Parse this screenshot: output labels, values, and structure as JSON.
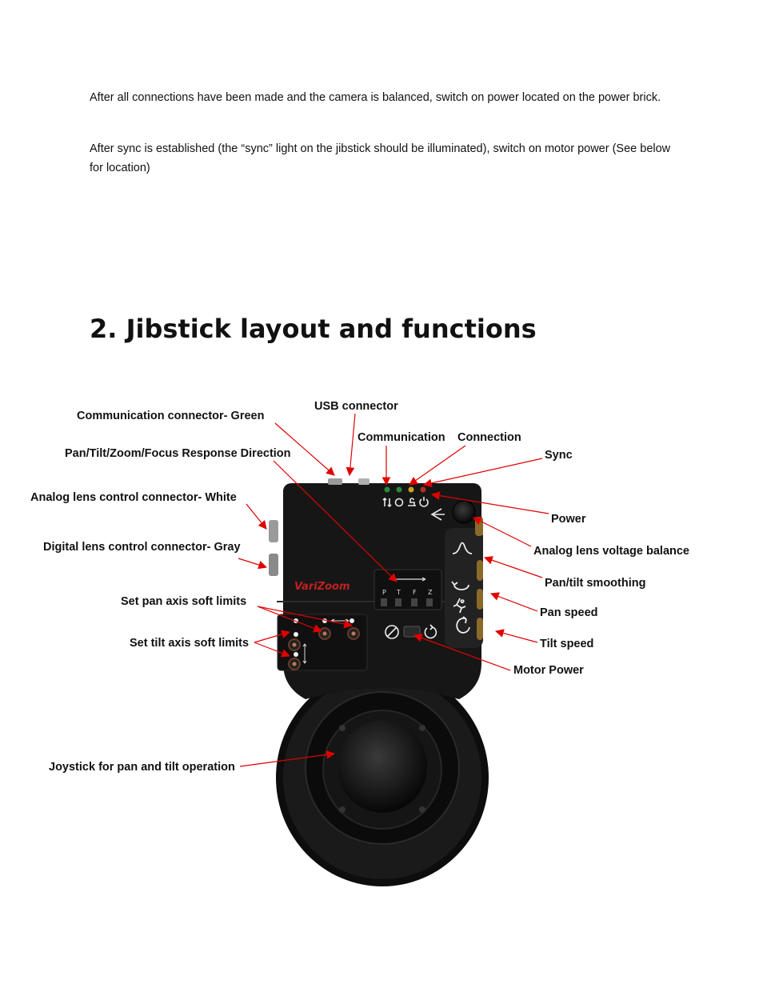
{
  "paragraphs": {
    "p1": "After all connections have been made and the camera is balanced, switch on power located on the power brick.",
    "p2": "After sync is established (the “sync” light on the jibstick should be illuminated), switch on motor power (See below for location)"
  },
  "section_title": "2. Jibstick layout and functions",
  "device": {
    "brand": "VariZoom",
    "response_letters": [
      "P",
      "T",
      "F",
      "Z"
    ]
  },
  "labels": {
    "usb": "USB connector",
    "comm_connector": "Communication connector- Green",
    "communication": "Communication",
    "connection": "Connection",
    "sync": "Sync",
    "response_direction": "Pan/Tilt/Zoom/Focus Response Direction",
    "analog_connector": "Analog lens control connector- White",
    "power": "Power",
    "digital_connector": "Digital lens control connector- Gray",
    "analog_balance": "Analog lens voltage balance",
    "smoothing": "Pan/tilt smoothing",
    "pan_limits": "Set pan axis soft limits",
    "pan_speed": "Pan speed",
    "tilt_limits": "Set tilt axis soft limits",
    "tilt_speed": "Tilt speed",
    "motor_power": "Motor Power",
    "joystick": "Joystick for pan and tilt operation"
  },
  "colors": {
    "arrow": "#e00000",
    "body": "#161616",
    "text": "#111111"
  }
}
